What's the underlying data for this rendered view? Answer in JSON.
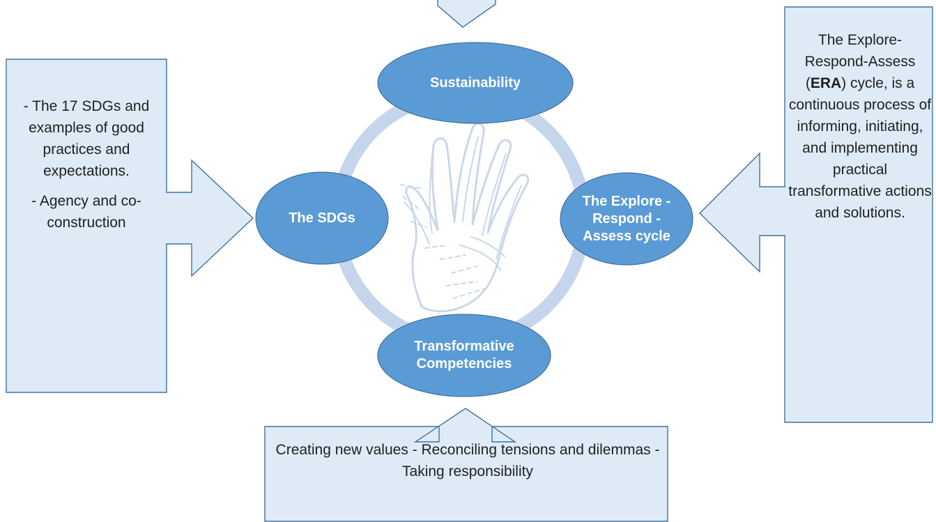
{
  "nodes": {
    "sustainability": "Sustainability",
    "sdgs": "The SDGs",
    "era": "The Explore - Respond - Assess cycle",
    "competencies": "Transformative Competencies"
  },
  "callouts": {
    "left": {
      "paragraph1": "- The 17 SDGs and examples of good practices and expectations.",
      "paragraph2": "- Agency and co-construction"
    },
    "right": {
      "before": "The Explore-Respond-Assess (",
      "bold": "ERA",
      "after": ") cycle, is a continuous process of informing, initiating, and implementing practical transformative actions and solutions."
    },
    "bottom": "Creating new values - Reconciling tensions and dilemmas - Taking responsibility"
  },
  "colors": {
    "node_fill": "#5B9BD5",
    "node_stroke": "#41719C",
    "ring": "#C5D6EC",
    "callout_fill": "#DEEBF7",
    "callout_stroke": "#41719C",
    "hand": "#C9D5E8"
  },
  "icons": {
    "center": "hand-icon"
  }
}
